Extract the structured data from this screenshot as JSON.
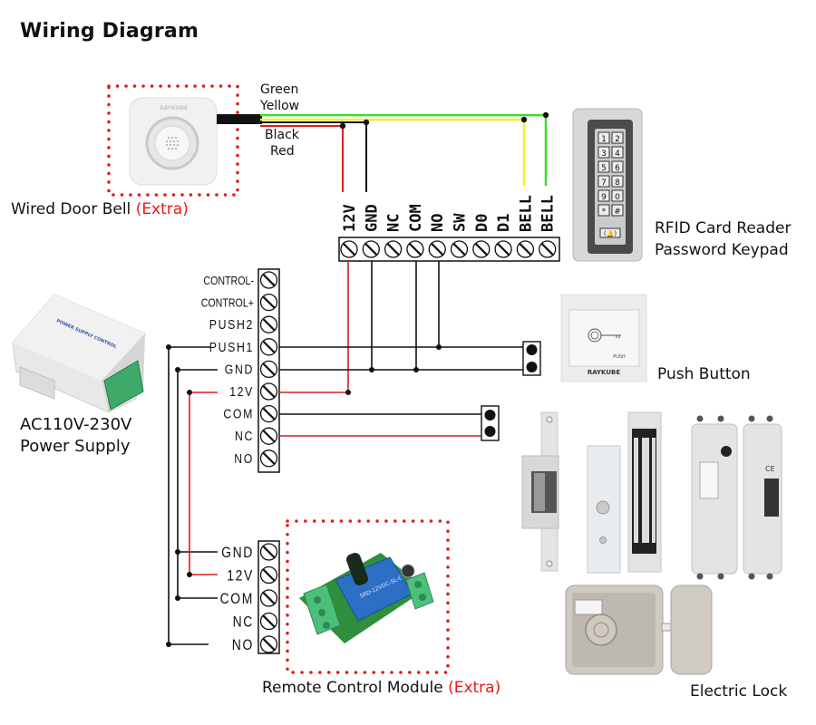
{
  "title": "Wiring Diagram",
  "colors": {
    "wire_red": "#e31b1b",
    "wire_black": "#111111",
    "wire_green": "#3ddc2a",
    "wire_yellow": "#f2f22a",
    "extra_text": "#e31b1b",
    "dotted_border": "#e31b1b"
  },
  "door_bell": {
    "caption": "Wired Door Bell",
    "extra": "(Extra)",
    "brand": "RAYKUBE",
    "wire_labels": [
      "Green",
      "Yellow",
      "Black",
      "Red"
    ]
  },
  "keypad": {
    "caption_line1": "RFID Card Reader",
    "caption_line2": "Password Keypad",
    "keys": [
      "1",
      "2",
      "3",
      "4",
      "5",
      "6",
      "7",
      "8",
      "9",
      "0",
      "*",
      "#"
    ],
    "bell_key": "(🔔)",
    "terminals": [
      "12V",
      "GND",
      "NC",
      "COM",
      "NO",
      "SW",
      "D0",
      "D1",
      "BELL",
      "BELL"
    ]
  },
  "power_supply": {
    "caption_line1": "AC110V-230V",
    "caption_line2": "Power Supply",
    "panel_text": "POWER SUPPLY CONTROL",
    "terminals": [
      "CONTROL-",
      "CONTROL+",
      "PUSH2",
      "PUSH1",
      "GND",
      "12V",
      "COM",
      "NC",
      "NO"
    ]
  },
  "push_button": {
    "caption": "Push Button",
    "label": "PUSH",
    "brand": "RAYKUBE"
  },
  "remote_module": {
    "caption": "Remote Control Module",
    "extra": "(Extra)",
    "relay_text": "SRD-12VDC-SL-C",
    "terminals": [
      "GND",
      "12V",
      "COM",
      "NC",
      "NO"
    ]
  },
  "electric_lock": {
    "caption": "Electric Lock",
    "types": [
      "Electric Strike",
      "Magnetic Lock",
      "Electric Bolt Lock",
      "Electric Rim Lock"
    ]
  }
}
